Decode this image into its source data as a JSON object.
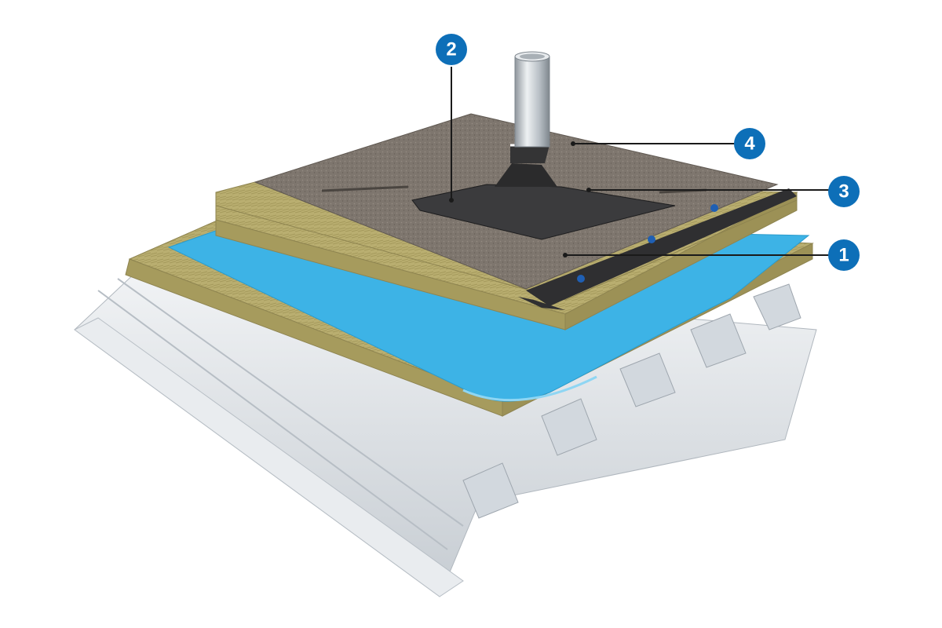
{
  "diagram": {
    "colors": {
      "background": "#ffffff",
      "callout_fill": "#0d6fb8",
      "callout_text": "#ffffff",
      "leader_line": "#1a1a1a",
      "steel_deck": "#d8dde3",
      "insulation": "#b7ad6e",
      "vapour_layer": "#3fb4e6",
      "roof_membrane": "#7d746c",
      "flashing": "#2d2d2d",
      "pipe": "#c9ced3"
    },
    "callouts": [
      {
        "id": "callout-2",
        "number": "2"
      },
      {
        "id": "callout-4",
        "number": "4"
      },
      {
        "id": "callout-3",
        "number": "3"
      },
      {
        "id": "callout-1",
        "number": "1"
      }
    ]
  }
}
